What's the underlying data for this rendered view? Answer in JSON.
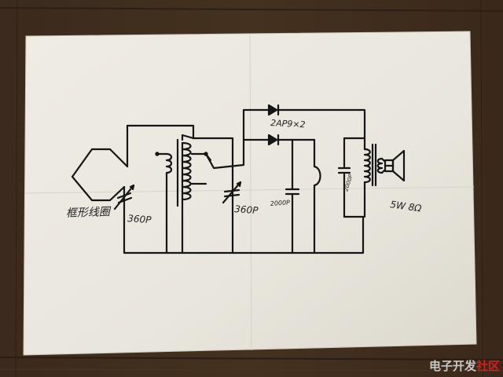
{
  "labels": {
    "antenna": "框形线圈",
    "cap1": "360P",
    "cap2": "360P",
    "diodes": "2AP9×2",
    "cap3": "2000P",
    "cap4": "2000P",
    "speaker": "5W 8Ω"
  },
  "watermark": {
    "part1": "电子开发",
    "part2": "社区"
  },
  "colors": {
    "wood": "#3a2a1e",
    "paper": "#ece9e0",
    "ink": "#111111",
    "watermark_red": "#d22020"
  }
}
